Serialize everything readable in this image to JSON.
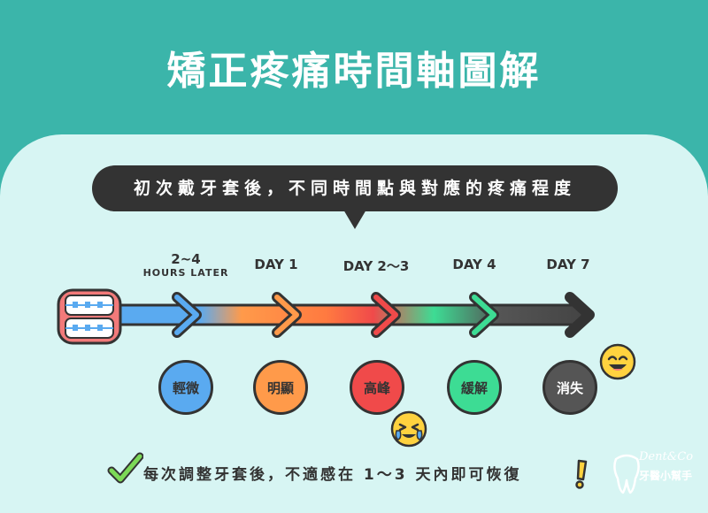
{
  "title": "矯正疼痛時間軸圖解",
  "subtitle": "初次戴牙套後，不同時間點與對應的疼痛程度",
  "stages": [
    {
      "time_main": "2~4",
      "time_sub": "HOURS LATER",
      "pain": "輕微",
      "color": "#5aaaf0"
    },
    {
      "time_main": "DAY 1",
      "time_sub": "",
      "pain": "明顯",
      "color": "#ff9a4a"
    },
    {
      "time_main": "DAY 2～3",
      "time_sub": "",
      "pain": "高峰",
      "color": "#f04a4a"
    },
    {
      "time_main": "DAY 4",
      "time_sub": "",
      "pain": "緩解",
      "color": "#3ddc94"
    },
    {
      "time_main": "DAY 7",
      "time_sub": "",
      "pain": "消失",
      "color": "#555555"
    }
  ],
  "note": "每次調整牙套後，不適感在 1～3 天內即可恢復",
  "brand": {
    "top": "Dent&Co",
    "bottom": "牙醫小幫手"
  },
  "colors": {
    "header": "#3bb5aa",
    "background": "#d7f5f3",
    "dark": "#333333"
  },
  "icons": [
    "teeth-braces-icon",
    "check-icon",
    "exclamation-icon",
    "crying-face-icon",
    "smiling-face-icon",
    "tooth-logo-icon"
  ]
}
